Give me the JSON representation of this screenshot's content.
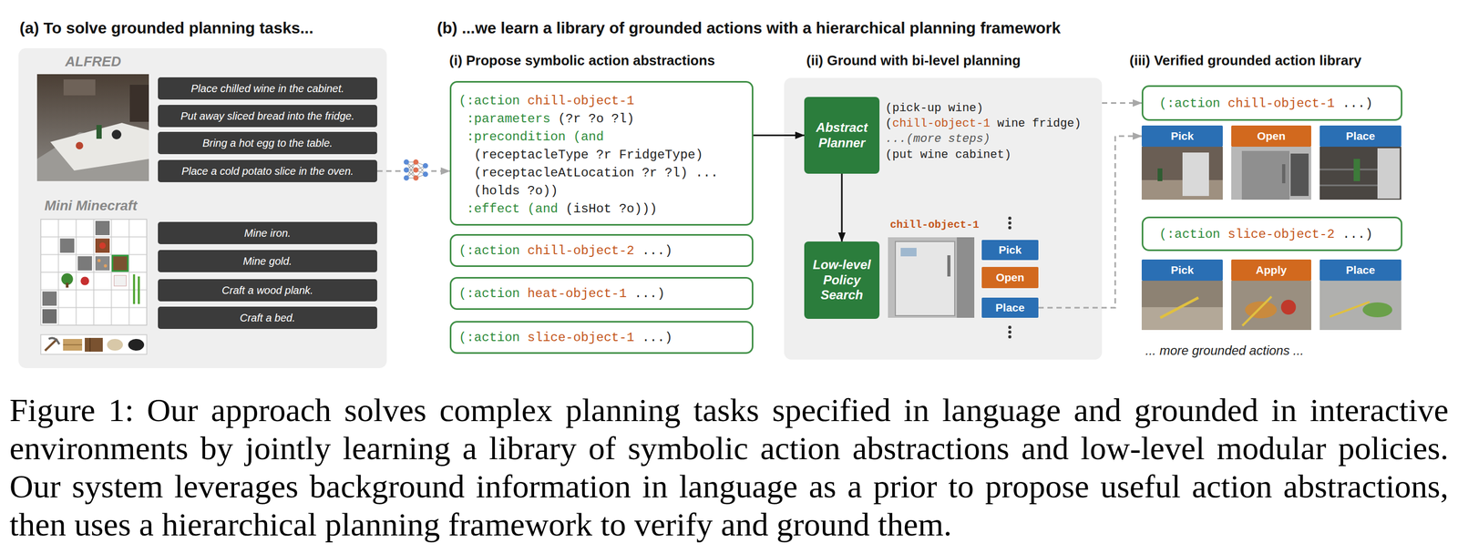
{
  "diagram": {
    "caption": "Figure 1: Our approach solves complex planning tasks specified in language and grounded in interactive environments by jointly learning a library of symbolic action abstractions and low-level modular policies. Our system leverages background information in language as a prior to propose useful action abstractions, then uses a hierarchical planning framework to verify and ground them.",
    "nodes": [
      {
        "text": [
          "(a) To solve grounded planning tasks...",
          "ALFRED",
          "Mini Minecraft"
        ]
      },
      {
        "text": [
          "Place chilled wine in the cabinet."
        ],
        "in": 0
      },
      {
        "text": [
          "Put away sliced bread into the fridge."
        ],
        "in": 0
      },
      {
        "text": [
          "Bring a hot egg to the table."
        ],
        "in": 0
      },
      {
        "text": [
          "Place a cold potato slice in the oven."
        ],
        "in": 0
      },
      {
        "text": [
          "Mine iron."
        ],
        "in": 0
      },
      {
        "text": [
          "Mine gold."
        ],
        "in": 0
      },
      {
        "text": [
          "Craft a wood plank."
        ],
        "in": 0
      },
      {
        "text": [
          "Craft a bed."
        ],
        "in": 0
      },
      {
        "text": [
          "(:action",
          "chill-object-1",
          ":parameters",
          "(?r ?o ?l)",
          ":precondition",
          "(and",
          "(receptacleType ?r FridgeType)",
          "(receptacleAtLocation ?r ?l) ...",
          "(holds ?o))",
          ":effect",
          "(and",
          "(isHot ?o)))"
        ]
      },
      {
        "text": [
          "(:action",
          "chill-object-2",
          "...)"
        ]
      },
      {
        "text": [
          "(:action",
          "heat-object-1",
          "...)"
        ]
      },
      {
        "text": [
          "(:action",
          "slice-object-1",
          "...)"
        ]
      },
      {
        "text": [
          "(ii) Ground with bi-level planning",
          "(pick-up wine)",
          "(",
          "chill-object-1",
          "wine fridge)",
          "...(more steps)",
          "(put wine cabinet)",
          "chill-object-1"
        ]
      },
      {
        "text": [
          "Abstract Planner"
        ],
        "in": 13
      },
      {
        "text": [
          "Low-level Policy Search"
        ],
        "in": 13
      },
      {
        "text": [
          "Pick"
        ],
        "in": 13
      },
      {
        "text": [
          "Open"
        ],
        "in": 13
      },
      {
        "text": [
          "Place"
        ],
        "in": 13
      },
      {
        "text": [
          "(:action",
          "chill-object-1",
          "...)"
        ]
      },
      {
        "text": [
          "Pick"
        ]
      },
      {
        "text": [
          "Open"
        ]
      },
      {
        "text": [
          "Place"
        ]
      },
      {
        "text": [
          "(:action",
          "slice-object-2",
          "...)"
        ]
      },
      {
        "text": [
          "Pick"
        ]
      },
      {
        "text": [
          "Apply"
        ]
      },
      {
        "text": [
          "Place"
        ]
      }
    ],
    "edges": [
      {
        "from": 4,
        "to": 9,
        "arrow": "to"
      },
      {
        "from": 9,
        "to": 14,
        "arrow": "to"
      },
      {
        "from": 14,
        "to": 15,
        "arrow": "to"
      },
      {
        "from": 13,
        "to": 19,
        "arrow": "to"
      },
      {
        "from": 18,
        "to": 20,
        "arrow": "to"
      }
    ],
    "labels": [
      "(b) ...we learn a library of grounded actions with a hierarchical planning framework",
      "(i) Propose symbolic action abstractions",
      "(iii) Verified grounded action library",
      "... more grounded actions ..."
    ]
  }
}
